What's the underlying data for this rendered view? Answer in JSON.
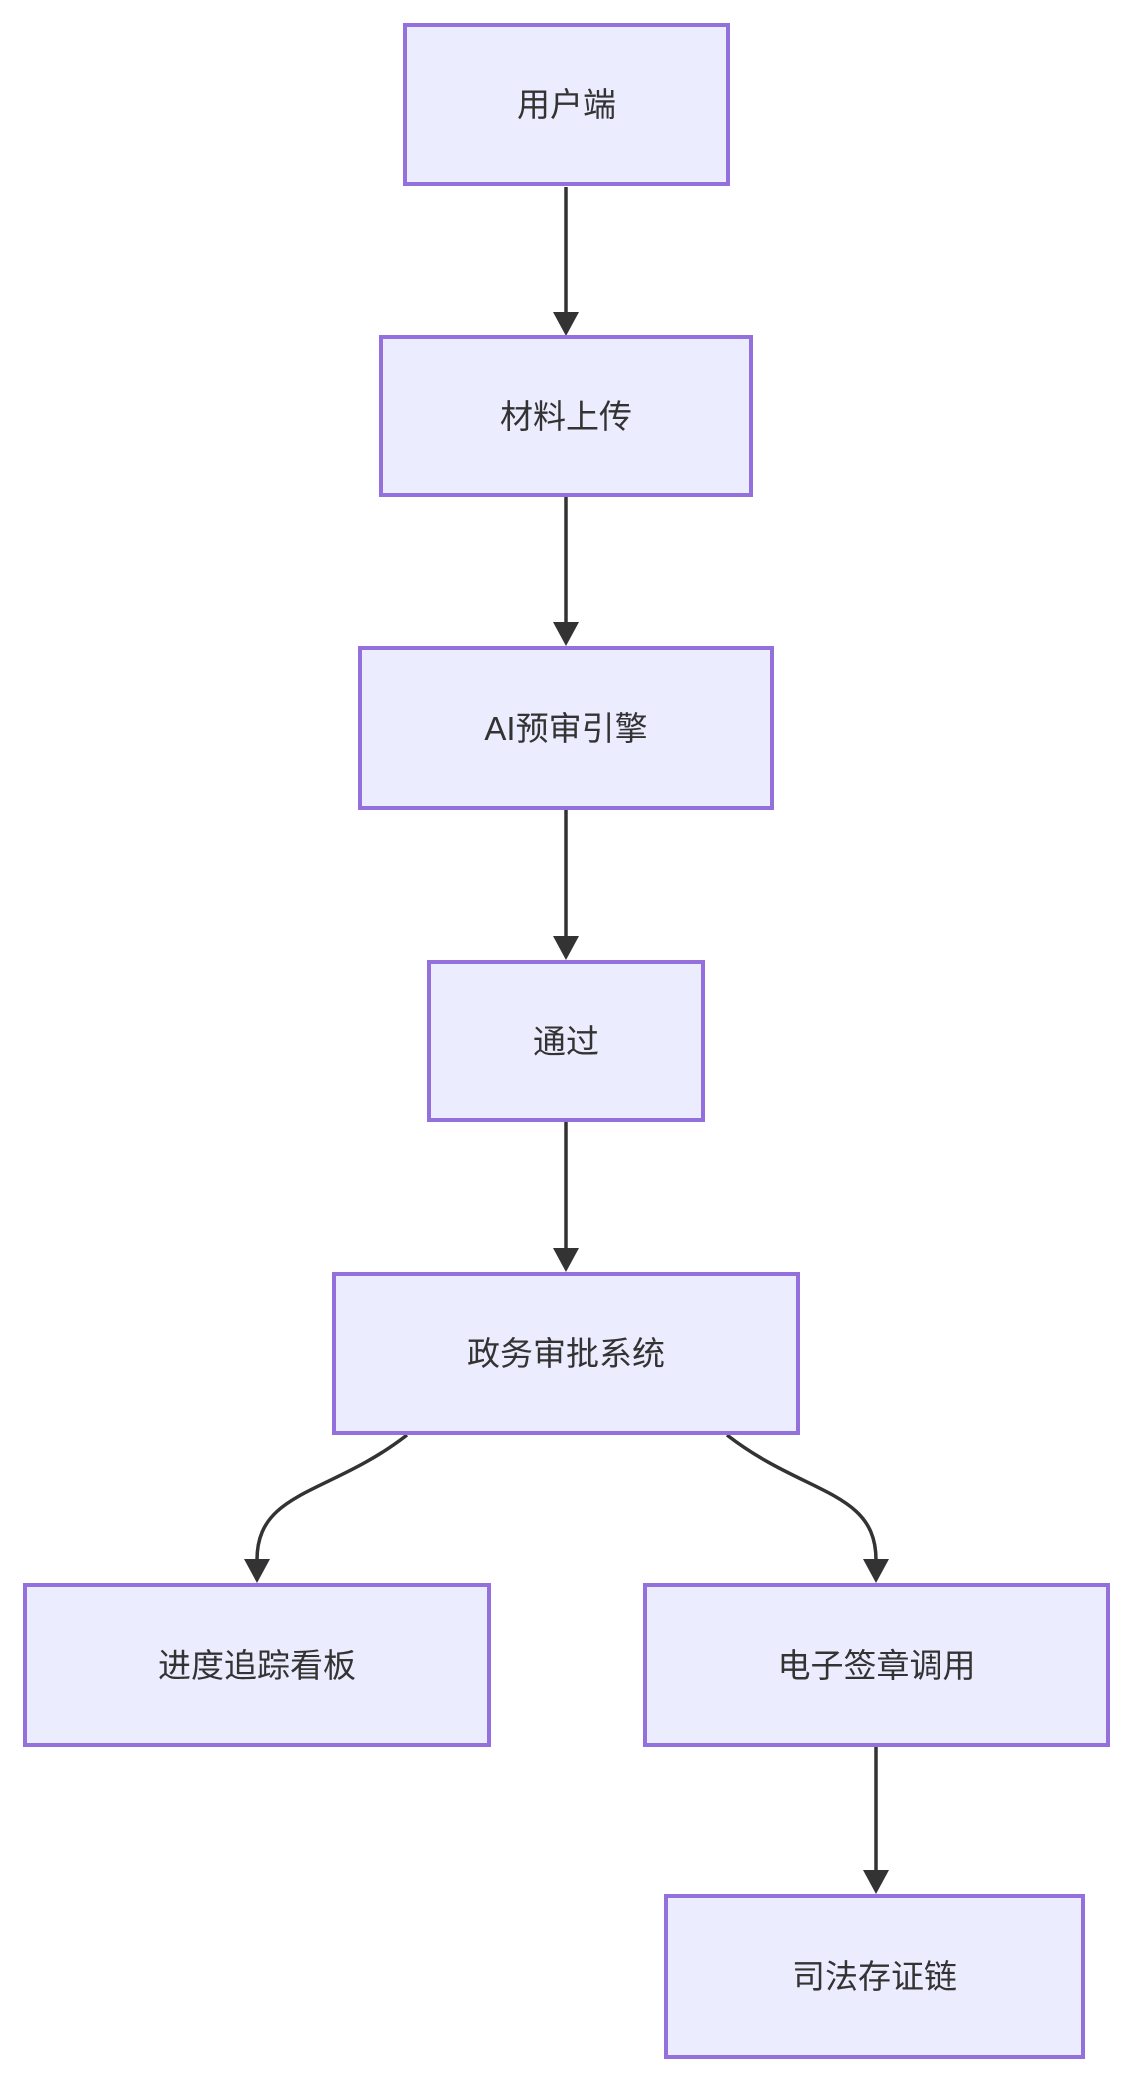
{
  "diagram": {
    "type": "flowchart",
    "direction": "top-down",
    "colors": {
      "background": "#ffffff",
      "node_fill": "#ECECFF",
      "node_border": "#9370DB",
      "text_color": "#333333",
      "arrow_color": "#333333"
    },
    "nodes": [
      {
        "id": "user-client",
        "label": "用户端"
      },
      {
        "id": "material-upload",
        "label": "材料上传"
      },
      {
        "id": "ai-review-engine",
        "label": "AI预审引擎"
      },
      {
        "id": "pass",
        "label": "通过"
      },
      {
        "id": "gov-approval-system",
        "label": "政务审批系统"
      },
      {
        "id": "progress-dashboard",
        "label": "进度追踪看板"
      },
      {
        "id": "esignature-call",
        "label": "电子签章调用"
      },
      {
        "id": "judicial-chain",
        "label": "司法存证链"
      }
    ],
    "edges": [
      {
        "from": "用户端",
        "to": "材料上传"
      },
      {
        "from": "材料上传",
        "to": "AI预审引擎"
      },
      {
        "from": "AI预审引擎",
        "to": "通过"
      },
      {
        "from": "通过",
        "to": "政务审批系统"
      },
      {
        "from": "政务审批系统",
        "to": "进度追踪看板"
      },
      {
        "from": "政务审批系统",
        "to": "电子签章调用"
      },
      {
        "from": "电子签章调用",
        "to": "司法存证链"
      }
    ]
  }
}
